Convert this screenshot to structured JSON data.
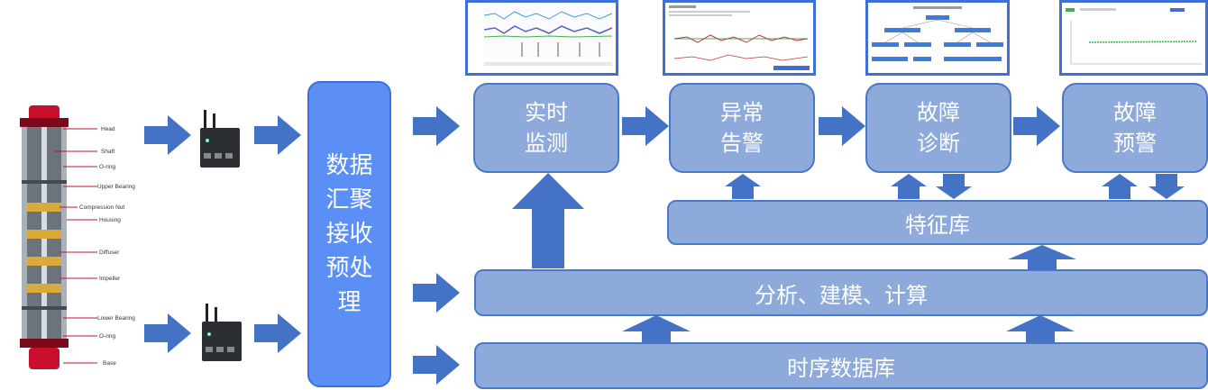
{
  "pump": {
    "labels": [
      "Head",
      "Shaft",
      "O-ring",
      "Upper Bearing",
      "Compression Nut",
      "Housing",
      "Diffuser",
      "Impeller",
      "Lower Bearing",
      "O-ring",
      "Base"
    ]
  },
  "hub": {
    "lines": [
      "数据",
      "汇聚",
      "接收",
      "预处",
      "理"
    ]
  },
  "stages": {
    "realtime": [
      "实时",
      "监测"
    ],
    "anomaly": [
      "异常",
      "告警"
    ],
    "diagnosis": [
      "故障",
      "诊断"
    ],
    "warning": [
      "故障",
      "预警"
    ]
  },
  "feature_db": "特征库",
  "analysis": "分析、建模、计算",
  "timeseries_db": "时序数据库",
  "colors": {
    "box_fill": "#8eaadb",
    "box_border": "#4a78c8",
    "hub_fill": "#5b8ff5",
    "arrow": "#4472c4"
  }
}
